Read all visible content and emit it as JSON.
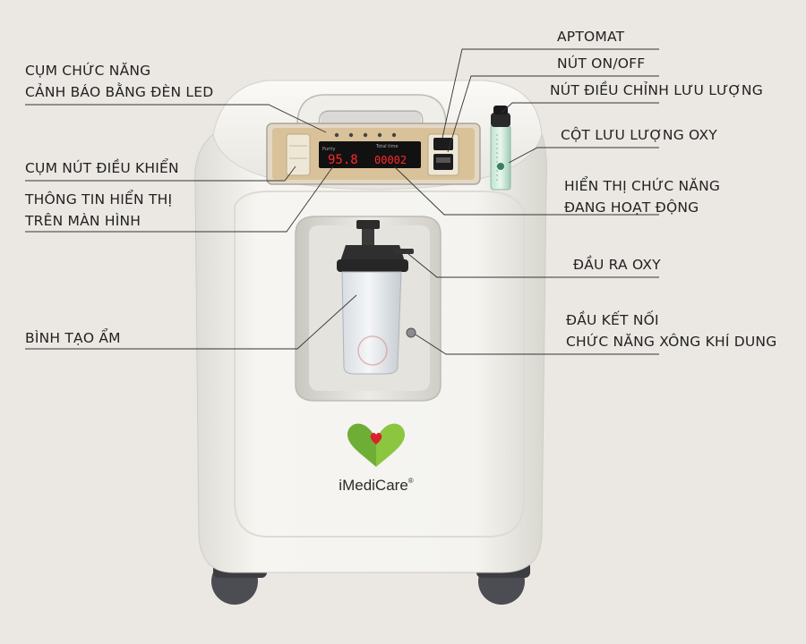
{
  "labels": {
    "led_cluster_line1": "CỤM CHỨC NĂNG",
    "led_cluster_line2": "CẢNH BÁO BẰNG ĐÈN LED",
    "control_buttons": "CỤM NÚT ĐIỀU KHIỂN",
    "screen_info_line1": "THÔNG TIN HIỂN THỊ",
    "screen_info_line2": "TRÊN MÀN HÌNH",
    "humidifier": "BÌNH TẠO ẨM",
    "aptomat": "APTOMAT",
    "on_off": "NÚT ON/OFF",
    "flow_knob": "NÚT ĐIỀU CHỈNH LƯU LƯỢNG",
    "flow_column": "CỘT LƯU LƯỢNG OXY",
    "active_function_line1": "HIỂN THỊ CHỨC NĂNG",
    "active_function_line2": "ĐANG HOẠT ĐỘNG",
    "oxygen_outlet": "ĐẦU RA OXY",
    "nebulizer_line1": "ĐẦU KẾT NỐI",
    "nebulizer_line2": "CHỨC NĂNG XÔNG KHÍ DUNG"
  },
  "display": {
    "purity": "95.8",
    "timer": "00002",
    "purity_label": "Purity",
    "timer_label": "Total time"
  },
  "brand": {
    "name": "iMediCare",
    "mark": "®"
  },
  "colors": {
    "background": "#ebe8e3",
    "body": "#f3f2ed",
    "panel": "#d9c29a",
    "display": "#111111",
    "display_digits": "#ff2a2a",
    "heart_green": "#7dbb3b",
    "heart_red": "#d8232a",
    "leader_line": "#333333"
  }
}
